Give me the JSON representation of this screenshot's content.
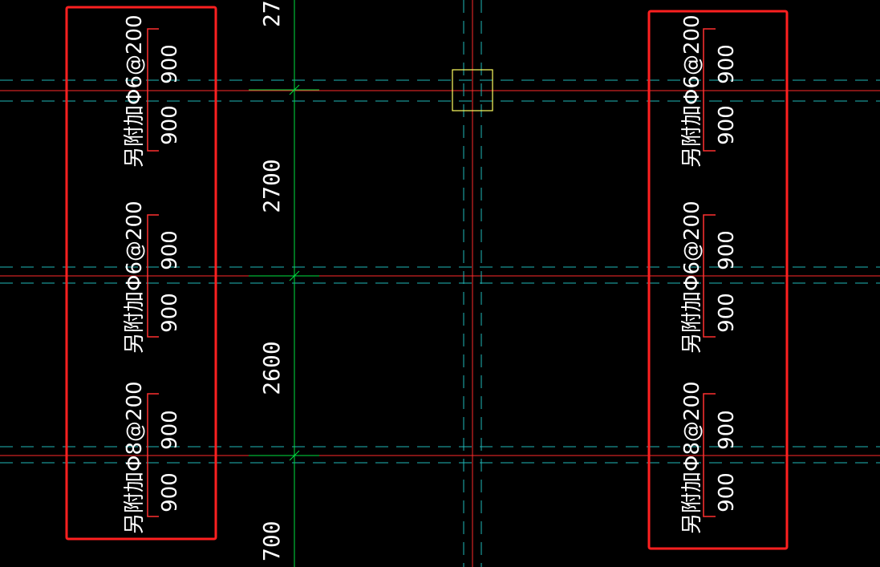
{
  "drawing": {
    "background": "#000000",
    "colors": {
      "axis_red": "#ff2a2a",
      "axis_cyan": "#20b8b8",
      "dim_green": "#00e040",
      "column_yellow": "#ffff60",
      "text_white": "#ffffff",
      "bracket_red": "#ff3030",
      "highlight_box": "#ff2020"
    },
    "dimensions": {
      "dim_top": "27",
      "dim_1": "2700",
      "dim_2": "2600",
      "dim_bottom": "700"
    },
    "left_group": {
      "annotations": [
        {
          "label": "另附加Φ6@200",
          "len_a": "900",
          "len_b": "900"
        },
        {
          "label": "另附加Φ6@200",
          "len_a": "900",
          "len_b": "900"
        },
        {
          "label": "另附加Φ8@200",
          "len_a": "900",
          "len_b": "900"
        }
      ]
    },
    "right_group": {
      "annotations": [
        {
          "label": "另附加Φ6@200",
          "len_a": "900",
          "len_b": "900"
        },
        {
          "label": "另附加Φ6@200",
          "len_a": "900",
          "len_b": "900"
        },
        {
          "label": "另附加Φ8@200",
          "len_a": "900",
          "len_b": "900"
        }
      ]
    }
  }
}
